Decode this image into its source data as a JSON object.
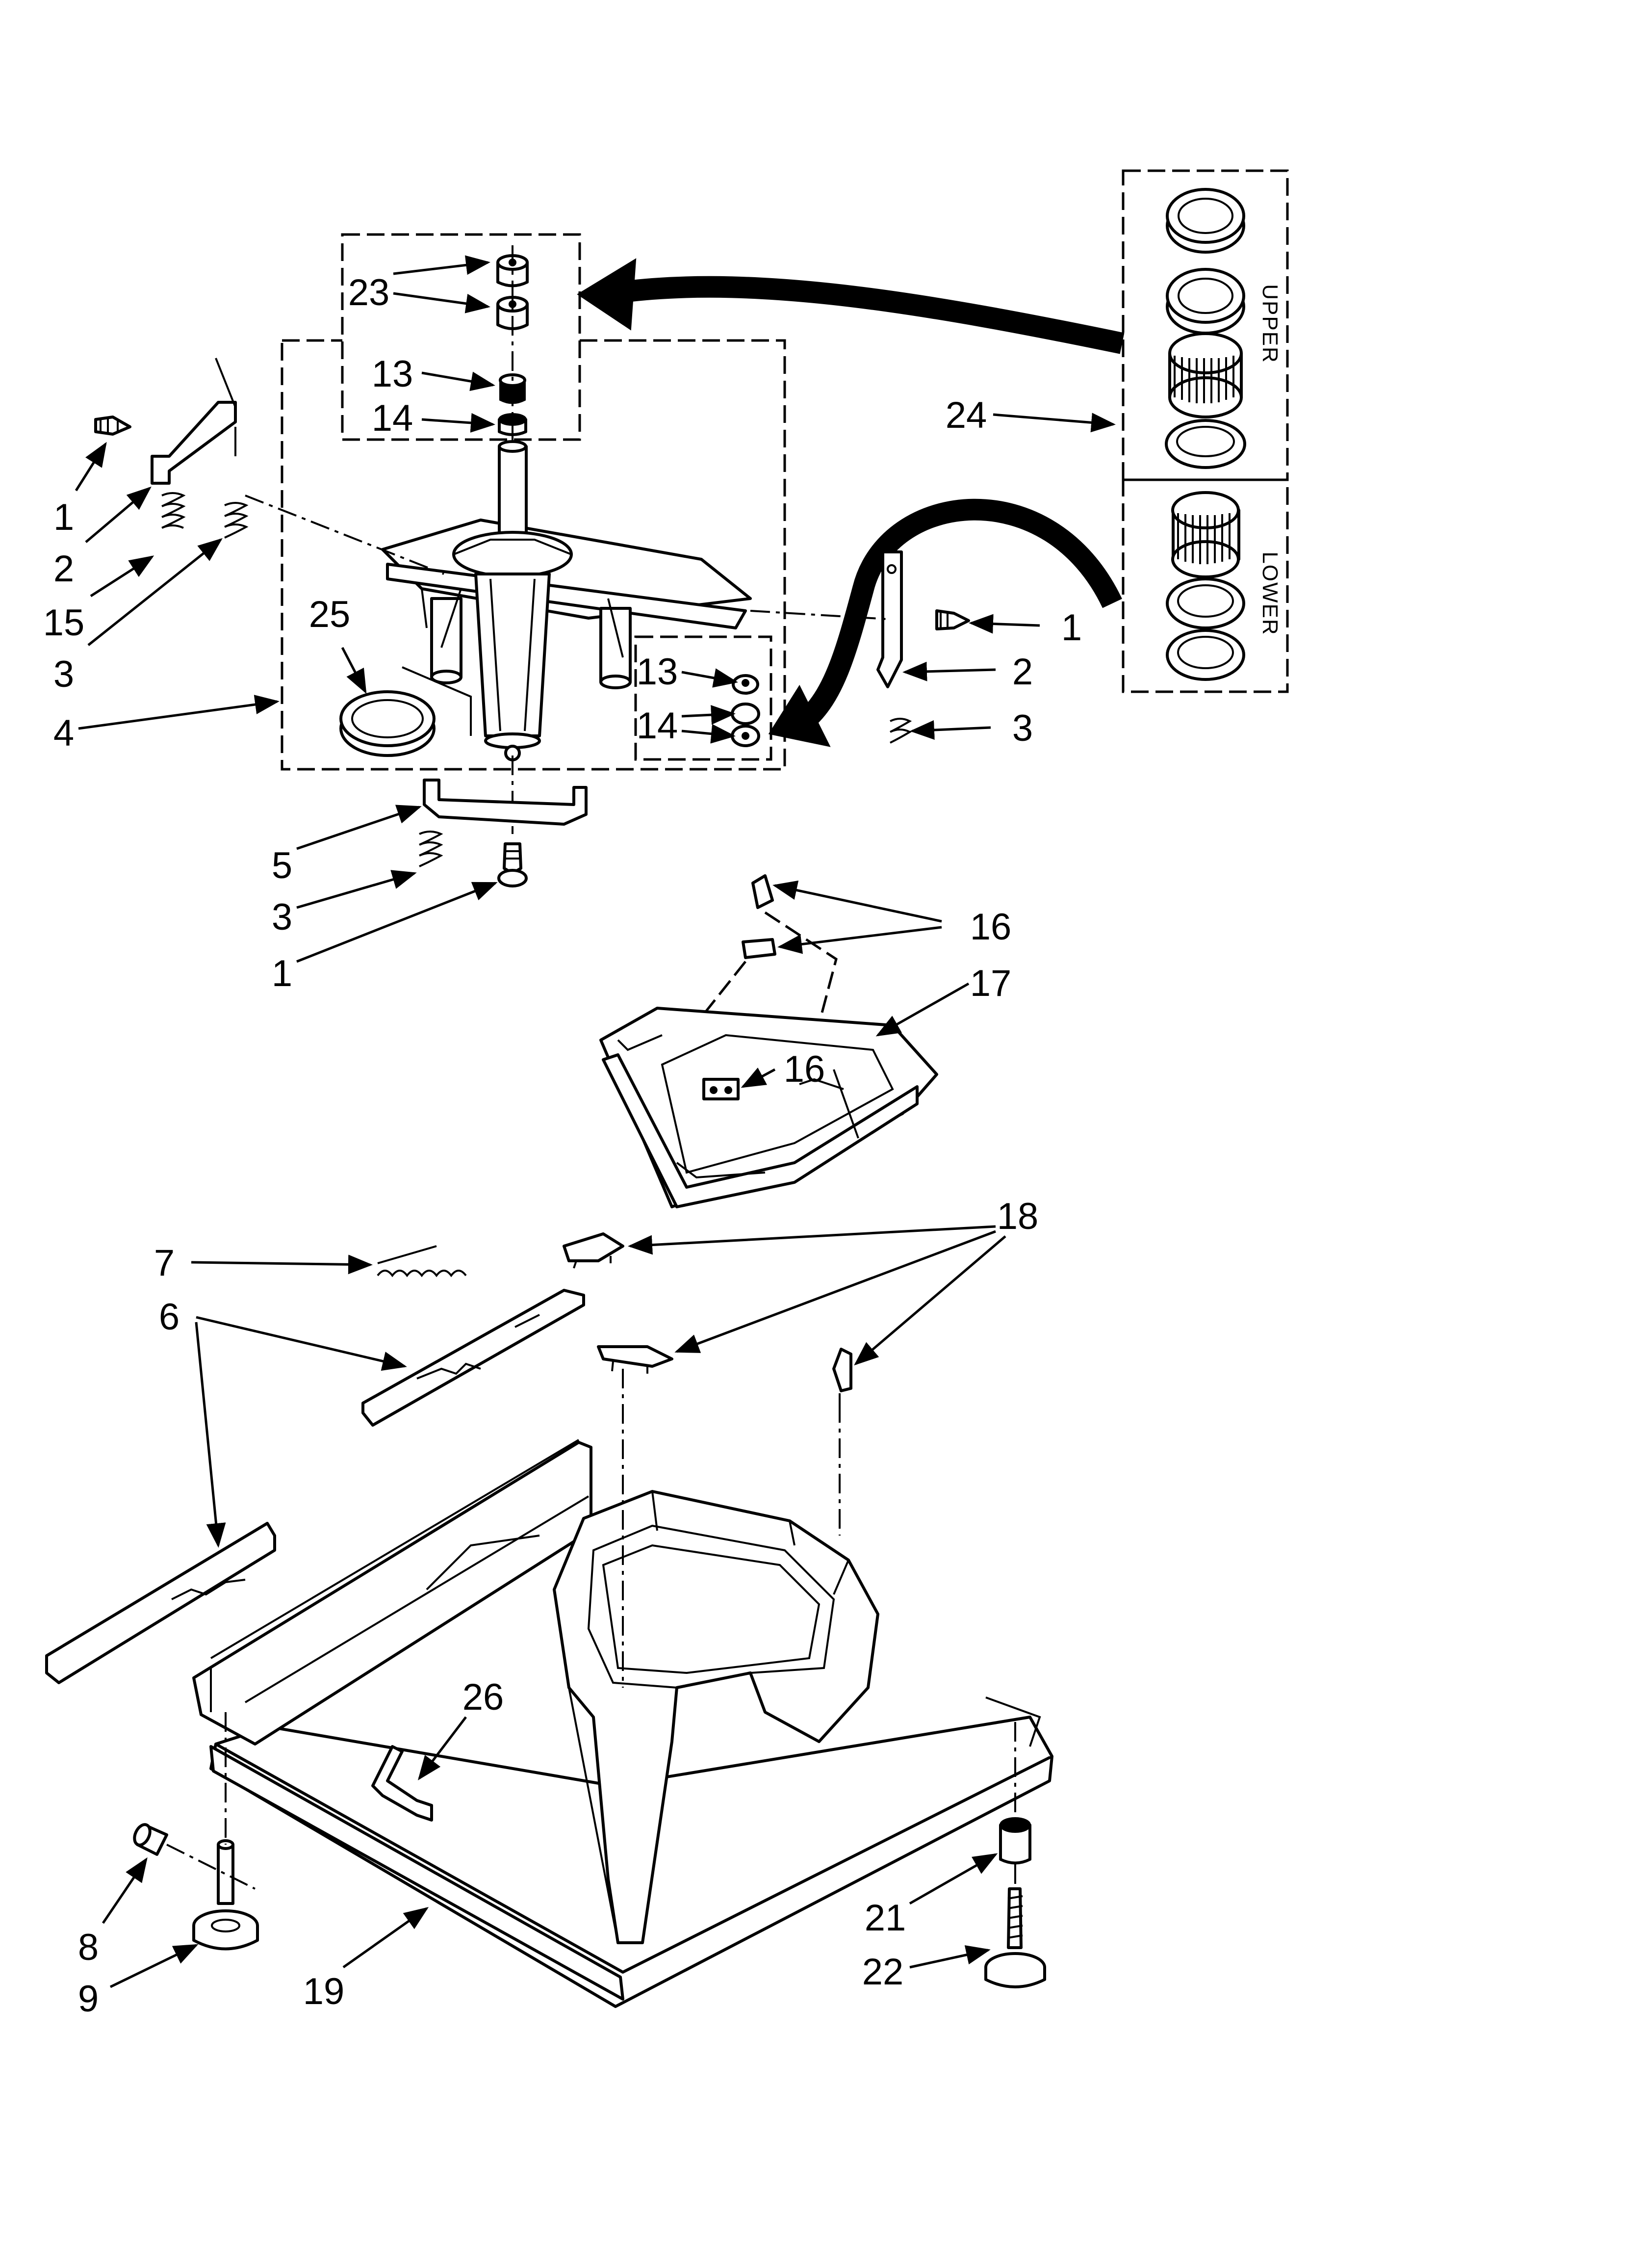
{
  "callouts": {
    "c1a": "1",
    "c2a": "2",
    "c15": "15",
    "c3a": "3",
    "c4": "4",
    "c25": "25",
    "c23": "23",
    "c13a": "13",
    "c14a": "14",
    "c13b": "13",
    "c14b": "14",
    "c1b": "1",
    "c2b": "2",
    "c3b": "3",
    "c24": "24",
    "c5": "5",
    "c3c": "3",
    "c1c": "1",
    "c16a": "16",
    "c17": "17",
    "c16b": "16",
    "c18": "18",
    "c7": "7",
    "c6": "6",
    "c26": "26",
    "c8": "8",
    "c9": "9",
    "c19": "19",
    "c21": "21",
    "c22": "22"
  },
  "kit_labels": {
    "upper": "UPPER",
    "lower": "LOWER"
  }
}
